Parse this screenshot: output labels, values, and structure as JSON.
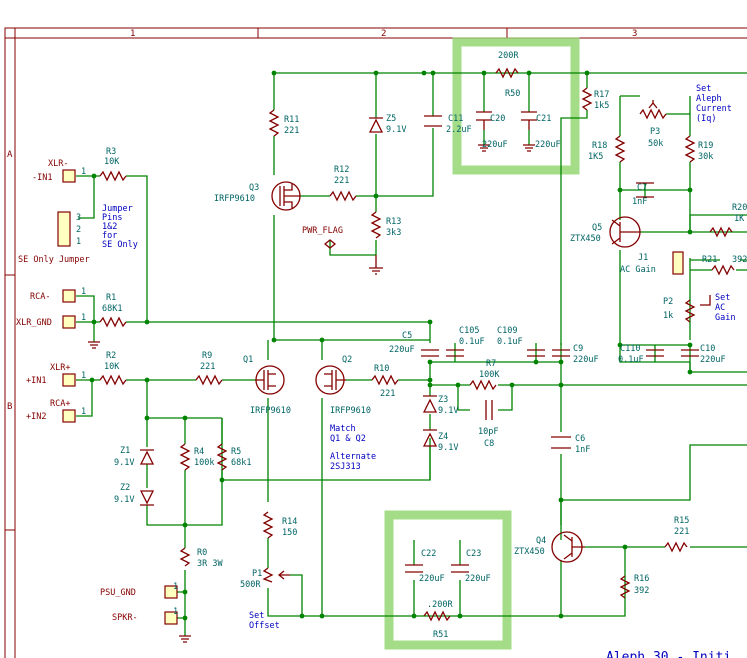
{
  "frame": {
    "columns": [
      "1",
      "2",
      "3"
    ],
    "rows": [
      "A",
      "B"
    ]
  },
  "connectors": [
    {
      "id": "xlr-in1",
      "label": "XLR-",
      "sub": "-IN1",
      "pin": "1"
    },
    {
      "id": "rca-minus",
      "label": "RCA-",
      "pin": "1"
    },
    {
      "id": "xlr-gnd",
      "label": "XLR_GND",
      "pin": "1"
    },
    {
      "id": "xlr-plus",
      "label": "XLR+",
      "sub": "+IN1",
      "pin": "1"
    },
    {
      "id": "rca-plus",
      "label": "RCA+",
      "sub": "+IN2",
      "pin": "1"
    },
    {
      "id": "psu-gnd",
      "label": "PSU_GND",
      "pin": "1"
    },
    {
      "id": "spkr-minus",
      "label": "SPKR-",
      "pin": "1"
    }
  ],
  "jumper": {
    "pins": [
      "3",
      "2",
      "1"
    ],
    "label": "SE Only Jumper",
    "note": [
      "Jumper",
      "Pins",
      "1&2",
      "for",
      "SE Only"
    ]
  },
  "components": {
    "R3": {
      "ref": "R3",
      "val": "10K"
    },
    "R1": {
      "ref": "R1",
      "val": "68K1"
    },
    "R2": {
      "ref": "R2",
      "val": "10K"
    },
    "R9": {
      "ref": "R9",
      "val": "221"
    },
    "R11": {
      "ref": "R11",
      "val": "221"
    },
    "R12": {
      "ref": "R12",
      "val": "221"
    },
    "R13": {
      "ref": "R13",
      "val": "3k3"
    },
    "R10": {
      "ref": "R10",
      "val": "221"
    },
    "R4": {
      "ref": "R4",
      "val": "100k"
    },
    "R5": {
      "ref": "R5",
      "val": "68k1"
    },
    "R0": {
      "ref": "R0",
      "val": "3R 3W"
    },
    "R14": {
      "ref": "R14",
      "val": "150"
    },
    "P1": {
      "ref": "P1",
      "val": "500R"
    },
    "R50": {
      "ref": "R50",
      "val": "200R"
    },
    "R17": {
      "ref": "R17",
      "val": "1k5"
    },
    "R18": {
      "ref": "R18",
      "val": "1K5"
    },
    "P3": {
      "ref": "P3",
      "val": "50k"
    },
    "R19": {
      "ref": "R19",
      "val": "30k"
    },
    "R20": {
      "ref": "R20",
      "val": "1K"
    },
    "R21": {
      "ref": "R21",
      "val": "392"
    },
    "P2": {
      "ref": "P2",
      "val": "1k"
    },
    "R7": {
      "ref": "R7",
      "val": "100K"
    },
    "R15": {
      "ref": "R15",
      "val": "221"
    },
    "R16": {
      "ref": "R16",
      "val": "392"
    },
    "R51": {
      "ref": "R51",
      "val": ".200R"
    },
    "C11": {
      "ref": "C11",
      "val": "2.2uF"
    },
    "C20": {
      "ref": "C20",
      "val": "220uF"
    },
    "C21": {
      "ref": "C21",
      "val": "220uF"
    },
    "C7": {
      "ref": "C7",
      "val": "1nF"
    },
    "C5": {
      "ref": "C5",
      "val": "220uF"
    },
    "C105": {
      "ref": "C105",
      "val": "0.1uF"
    },
    "C109": {
      "ref": "C109",
      "val": "0.1uF"
    },
    "C9": {
      "ref": "C9",
      "val": "220uF"
    },
    "C110": {
      "ref": "C110",
      "val": "0.1uF"
    },
    "C10": {
      "ref": "C10",
      "val": "220uF"
    },
    "C8": {
      "ref": "C8",
      "val": "10pF"
    },
    "C6": {
      "ref": "C6",
      "val": "1nF"
    },
    "C22": {
      "ref": "C22",
      "val": "220uF"
    },
    "C23": {
      "ref": "C23",
      "val": "220uF"
    },
    "Z5": {
      "ref": "Z5",
      "val": "9.1V"
    },
    "Z3": {
      "ref": "Z3",
      "val": "9.1V"
    },
    "Z4": {
      "ref": "Z4",
      "val": "9.1V"
    },
    "Z1": {
      "ref": "Z1",
      "val": "9.1V"
    },
    "Z2": {
      "ref": "Z2",
      "val": "9.1V"
    },
    "Q3": {
      "ref": "Q3",
      "val": "IRFP9610"
    },
    "Q1": {
      "ref": "Q1",
      "val": "IRFP9610"
    },
    "Q2": {
      "ref": "Q2",
      "val": "IRFP9610"
    },
    "Q5": {
      "ref": "Q5",
      "val": "ZTX450"
    },
    "Q4": {
      "ref": "Q4",
      "val": "ZTX450"
    },
    "J1": {
      "ref": "J1",
      "val": "AC Gain"
    }
  },
  "labels": {
    "pwr_flag": "PWR_FLAG",
    "set_aleph": [
      "Set",
      "Aleph",
      "Current",
      "(Iq)"
    ],
    "set_ac": [
      "Set",
      "AC",
      "Gain"
    ],
    "match": [
      "Match",
      "Q1 & Q2"
    ],
    "alternate": [
      "Alternate",
      "2SJ313"
    ],
    "set_offset": [
      "Set",
      "Offset"
    ],
    "title_fragment": "Aleph 30 - Initi"
  }
}
